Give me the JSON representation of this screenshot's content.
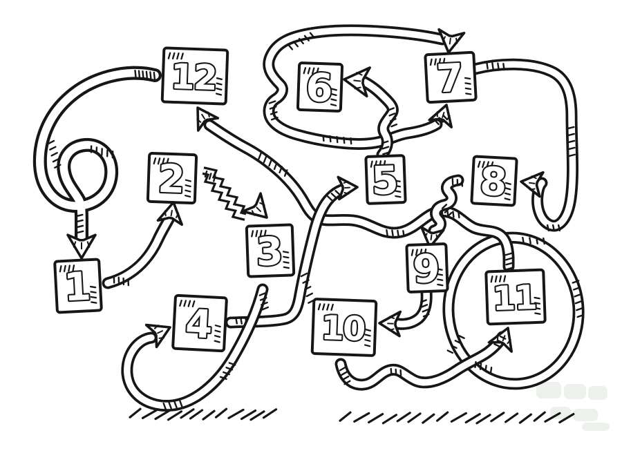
{
  "figure": {
    "kind": "hand-drawn flow chart doodle",
    "paper_color": "#ffffff",
    "ink_color": "#161616",
    "watermark_color": "#e6ece6"
  },
  "nodes": [
    {
      "id": "1",
      "label": "1"
    },
    {
      "id": "2",
      "label": "2"
    },
    {
      "id": "3",
      "label": "3"
    },
    {
      "id": "4",
      "label": "4"
    },
    {
      "id": "5",
      "label": "5"
    },
    {
      "id": "6",
      "label": "6"
    },
    {
      "id": "7",
      "label": "7"
    },
    {
      "id": "8",
      "label": "8"
    },
    {
      "id": "9",
      "label": "9"
    },
    {
      "id": "10",
      "label": "10"
    },
    {
      "id": "11",
      "label": "11"
    },
    {
      "id": "12",
      "label": "12"
    }
  ],
  "connections": [
    {
      "from": "12",
      "to": "1",
      "style": "loop-the-loop-arrow"
    },
    {
      "from": "1",
      "to": "2",
      "style": "curved-arrow"
    },
    {
      "from": "2",
      "to": "3",
      "style": "zigzag-arrow"
    },
    {
      "from": "3",
      "to": "4",
      "style": "swooping-loop-arrow"
    },
    {
      "from": "4",
      "to": "5",
      "style": "elbow-arrow"
    },
    {
      "from": "5",
      "to": "6",
      "style": "s-curve-arrow"
    },
    {
      "from": "6",
      "to": "7",
      "style": "loop-around-box-double-headed"
    },
    {
      "from": "7",
      "to": "8",
      "style": "hook-arrow"
    },
    {
      "from": "8",
      "to": "9",
      "style": "wiggle-arrow"
    },
    {
      "from": "9",
      "to": "10",
      "style": "elbow-arrow"
    },
    {
      "from": "10",
      "to": "11",
      "style": "wave-then-encircle-arrow"
    },
    {
      "from": "11",
      "to": "12",
      "style": "wave-diagonal-arrow"
    }
  ],
  "decorations": {
    "ground_hatching_groups": 2,
    "watermark_present": true
  }
}
